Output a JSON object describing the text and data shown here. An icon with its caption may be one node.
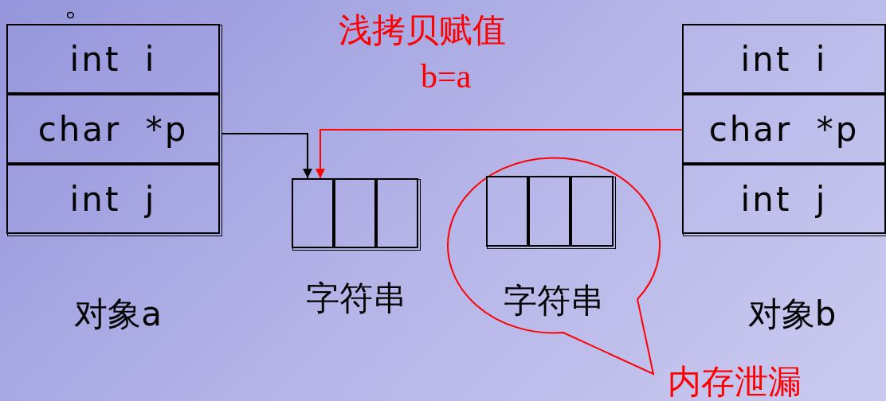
{
  "diagram": {
    "nodes": [
      {
        "text": [],
        "shape": "box",
        "beside": [
          "对象a"
        ]
      },
      {
        "text": [
          "int i"
        ],
        "in": 0
      },
      {
        "text": [
          "char *p"
        ],
        "in": 0
      },
      {
        "text": [
          "int j"
        ],
        "in": 0
      },
      {
        "text": [],
        "shape": "box",
        "beside": [
          "对象b"
        ]
      },
      {
        "text": [
          "int i"
        ],
        "in": 4
      },
      {
        "text": [
          "char *p"
        ],
        "in": 4
      },
      {
        "text": [
          "int j"
        ],
        "in": 4
      },
      {
        "text": [],
        "shape": "box",
        "beside": [
          "字符串"
        ]
      },
      {
        "text": [],
        "shape": "box",
        "in": 8
      },
      {
        "text": [],
        "shape": "box",
        "in": 8
      },
      {
        "text": [],
        "shape": "box",
        "in": 8
      },
      {
        "text": [
          "字符串"
        ]
      },
      {
        "text": [],
        "shape": "box",
        "in": 12
      },
      {
        "text": [],
        "shape": "box",
        "in": 13
      },
      {
        "text": [],
        "shape": "box",
        "in": 13
      },
      {
        "text": [],
        "shape": "box",
        "in": 13
      }
    ],
    "edges": [
      {
        "from": 2,
        "to": 9,
        "arrow": "to"
      },
      {
        "from": 6,
        "to": 9,
        "arrow": "to",
        "color": "#ff0000"
      }
    ],
    "labels": [
      "。",
      "浅拷贝赋值",
      "b=a",
      "内存泄漏"
    ]
  }
}
